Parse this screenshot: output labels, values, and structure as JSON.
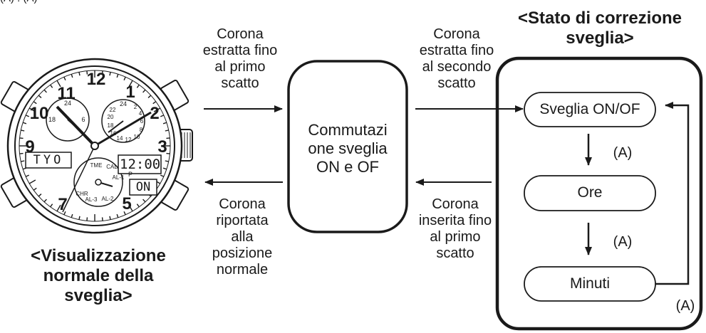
{
  "header_fragment": "(A) : (A)",
  "watch": {
    "hour_numbers": [
      "11",
      "12",
      "1",
      "2",
      "3",
      "5",
      "7",
      "9",
      "10"
    ],
    "sub_dial_left": [
      "24",
      "6",
      "18"
    ],
    "sub_dial_right": [
      "24",
      "22",
      "20",
      "18",
      "16",
      "14",
      "12",
      "10",
      "8",
      "6",
      "4",
      "2"
    ],
    "display_city": "TYO",
    "display_time": "12:00",
    "display_pm": "P",
    "display_state": "ON",
    "mode_dial": [
      "TME",
      "CAL",
      "AL-1",
      "AL-2",
      "AL-3",
      "CHR"
    ]
  },
  "left_title": "<Visualizzazione\nnormale della\nsveglia>",
  "right_title": "<Stato di correzione\nsveglia>",
  "arrow_labels": {
    "top_left": "Corona\nestratta fino\nal primo\nscatto",
    "top_right": "Corona\nestratta fino\nal secondo\nscatto",
    "bottom_left": "Corona\nriportata\nalla\nposizione\nnormale",
    "bottom_right": "Corona\ninserita fino\nal primo\nscatto"
  },
  "center_box": "Commutazi\none sveglia\nON e OF",
  "states": {
    "state1": "Sveglia ON/OF",
    "state2": "Ore",
    "state3": "Minuti"
  },
  "step_label": "(A)"
}
